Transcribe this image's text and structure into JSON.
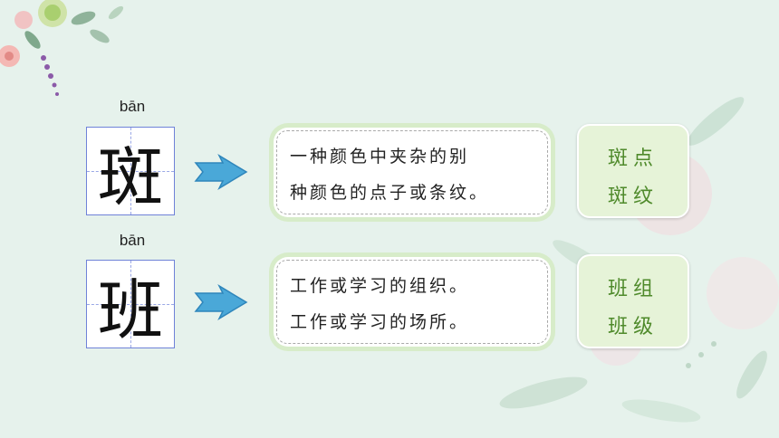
{
  "rows": [
    {
      "pinyin": "bān",
      "character": "斑",
      "meaning": [
        "一种颜色中夹杂的别",
        "种颜色的点子或条纹。"
      ],
      "words": [
        "斑点",
        "斑纹"
      ]
    },
    {
      "pinyin": "bān",
      "character": "班",
      "meaning": [
        "工作或学习的组织。",
        "工作或学习的场所。"
      ],
      "words": [
        "班组",
        "班级"
      ]
    }
  ],
  "icons": {
    "arrow": "arrow-right-icon",
    "decoration_top_left": "floral-decoration",
    "decoration_bottom_right": "floral-decoration"
  },
  "colors": {
    "background": "#e6f2ec",
    "grid_border": "#6f82d8",
    "arrow": "#4aa8d8",
    "words_text": "#4f8a2b",
    "words_bg": "#e6f3d8",
    "meaning_frame": "#d7ecc9"
  }
}
